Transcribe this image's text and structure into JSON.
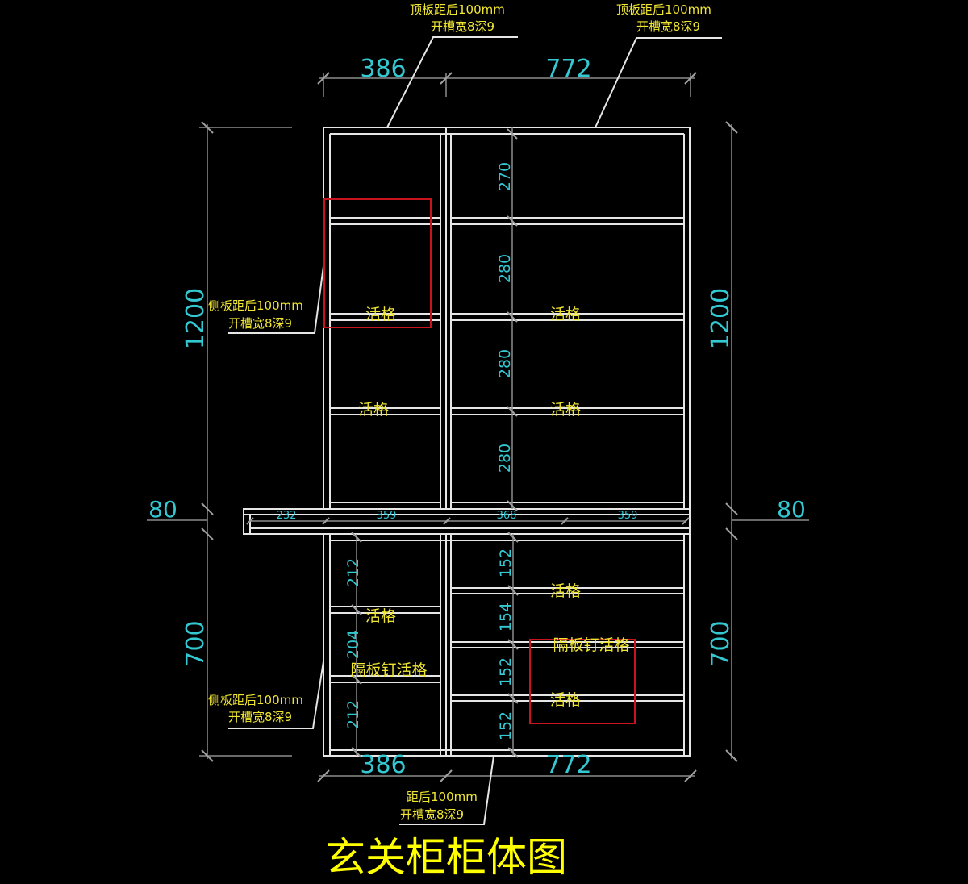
{
  "drawing": {
    "title": "玄关柜柜体图",
    "colors": {
      "background": "#000000",
      "board": "#e6e6e6",
      "dimension_line": "#8c8c8c",
      "dimension_text": "#33c8d2",
      "note_text": "#f0e632",
      "highlight_box": "#c8141e"
    },
    "overall_dimensions": {
      "top_width_left": "386",
      "top_width_right": "772",
      "bottom_width_left": "386",
      "bottom_width_right": "772",
      "upper_height_left": "1200",
      "upper_height_right": "1200",
      "counter_thickness_left": "80",
      "counter_thickness_right": "80",
      "lower_height_left": "700",
      "lower_height_right": "700"
    },
    "counter_segments": [
      "232",
      "359",
      "368",
      "359"
    ],
    "upper_right_spacings": [
      "270",
      "280",
      "280",
      "280"
    ],
    "lower_left_spacings": [
      "212",
      "204",
      "212"
    ],
    "lower_right_spacings": [
      "152",
      "154",
      "152",
      "152"
    ],
    "notes": {
      "top_left": {
        "line1": "顶板距后100mm",
        "line2": "开槽宽8深9"
      },
      "top_right": {
        "line1": "顶板距后100mm",
        "line2": "开槽宽8深9"
      },
      "side_upper": {
        "line1": "侧板距后100mm",
        "line2": "开槽宽8深9"
      },
      "side_lower": {
        "line1": "侧板距后100mm",
        "line2": "开槽宽8深9"
      },
      "bottom_center": {
        "line1": "距后100mm",
        "line2": "开槽宽8深9"
      }
    },
    "shelf_labels": {
      "upper_left_1": "活格",
      "upper_left_2": "活格",
      "upper_right_1": "活格",
      "upper_right_2": "活格",
      "lower_left_1": "活格",
      "lower_left_2": "隔板钉活格",
      "lower_right_1": "活格",
      "lower_right_2": "隔板钉活格",
      "lower_right_3": "活格"
    }
  }
}
